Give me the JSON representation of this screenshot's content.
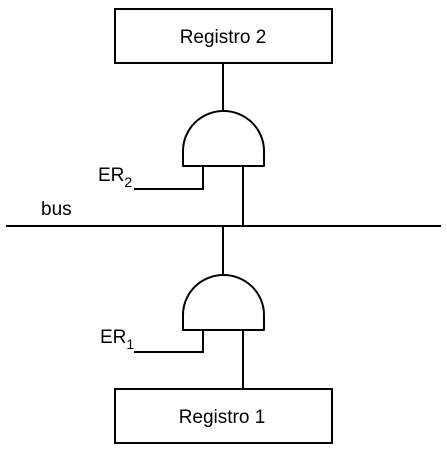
{
  "register_top": {
    "label": "Registro 2"
  },
  "register_bottom": {
    "label": "Registro 1"
  },
  "bus": {
    "label": "bus"
  },
  "enable_top": {
    "label": "ER",
    "subscript": "2"
  },
  "enable_bottom": {
    "label": "ER",
    "subscript": "1"
  },
  "colors": {
    "stroke": "#000000",
    "background": "#ffffff"
  }
}
